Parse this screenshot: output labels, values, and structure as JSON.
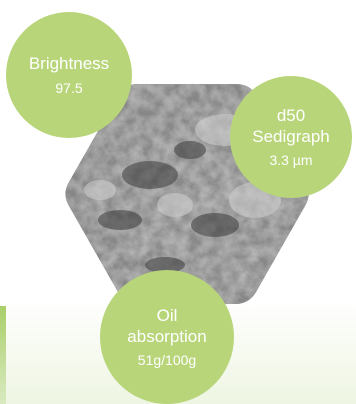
{
  "colors": {
    "bubble_fill": "#b8d57a",
    "bubble_text": "#ffffff",
    "accent_bar": "#a9cf6a"
  },
  "image": {
    "name": "sem-micrograph",
    "shape": "hexagon"
  },
  "stats": [
    {
      "id": "brightness",
      "label_lines": [
        "Brightness"
      ],
      "value": "97.5"
    },
    {
      "id": "d50",
      "label_lines": [
        "d50",
        "Sedigraph"
      ],
      "value": "3.3 µm"
    },
    {
      "id": "oil",
      "label_lines": [
        "Oil",
        "absorption"
      ],
      "value": "51g/100g"
    }
  ]
}
